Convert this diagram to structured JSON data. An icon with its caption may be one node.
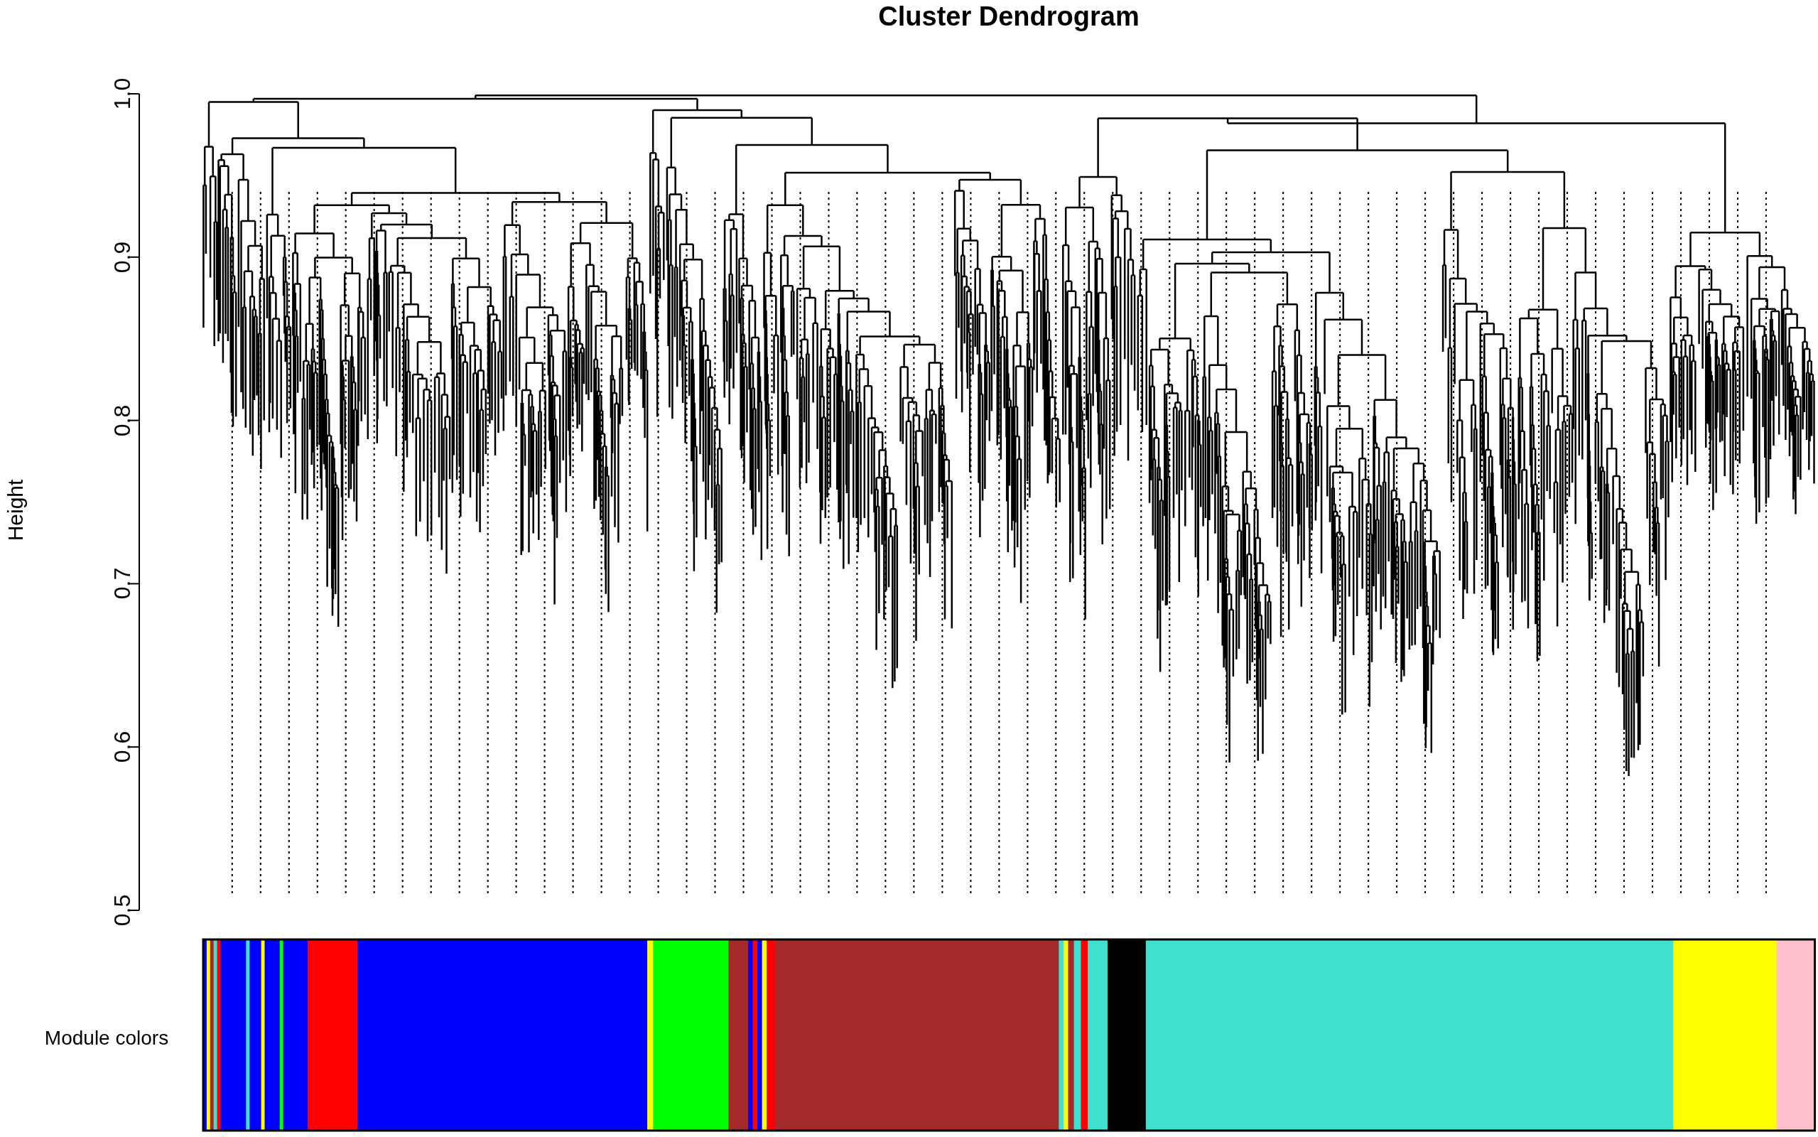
{
  "diagram": {
    "title": "Cluster Dendrogram",
    "labels": [
      "Height",
      "1.0",
      "0.9",
      "0.8",
      "0.7",
      "0.6",
      "0.5",
      "Module colors"
    ]
  }
}
